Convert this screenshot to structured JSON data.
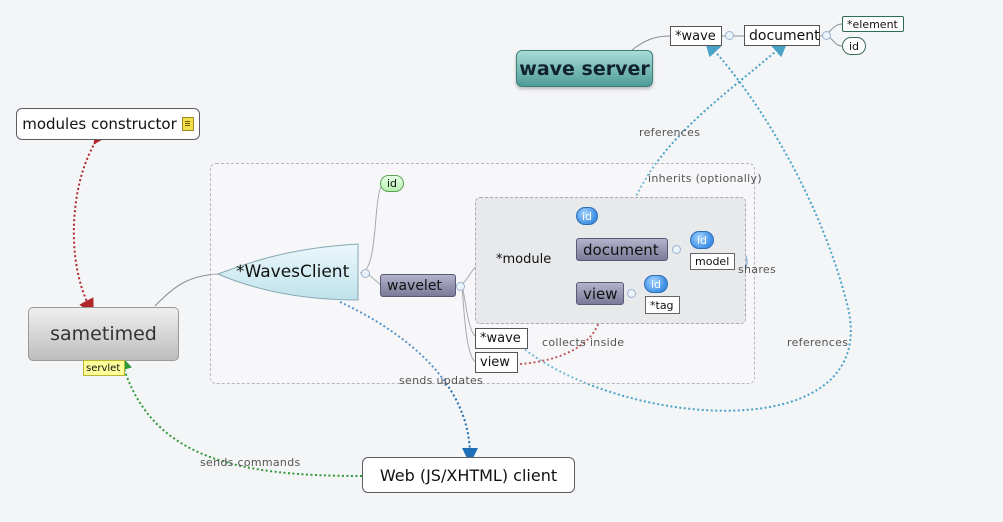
{
  "nodes": {
    "modules_constructor": "modules constructor",
    "sametimed": "sametimed",
    "servlet": "servlet",
    "waves_client": "*WavesClient",
    "client_id": "id",
    "wavelet": "wavelet",
    "module": "*module",
    "module_id": "id",
    "document": "document",
    "document_id": "id",
    "model": "model",
    "view": "view",
    "view_id": "id",
    "tag": "*tag",
    "wave": "*wave",
    "view_bottom": "view",
    "web_client": "Web (JS/XHTML) client",
    "wave_server": "wave server",
    "server_wave": "*wave",
    "server_document": "document",
    "element": "*element",
    "server_id": "id"
  },
  "labels": {
    "references_top": "references",
    "references_right": "references",
    "inherits": "inherits (optionally)",
    "shares": "shares",
    "collects_inside": "collects inside",
    "sends_updates": "sends updates",
    "sends_commands": "sends commands"
  },
  "colors": {
    "link_blue": "#4aa3c6",
    "link_red": "#b0262a",
    "link_green": "#2f9a3a",
    "link_dark_blue": "#1f6fb8"
  }
}
